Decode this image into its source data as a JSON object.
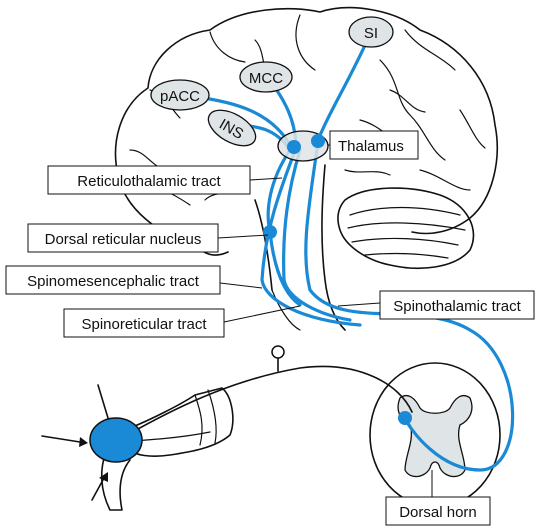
{
  "regions": {
    "si": "SI",
    "mcc": "MCC",
    "pacc": "pACC",
    "ins": "INS"
  },
  "labels": {
    "thalamus": "Thalamus",
    "reticulothalamic_tract": "Reticulothalamic tract",
    "dorsal_reticular_nucleus": "Dorsal reticular nucleus",
    "spinomesencephalic_tract": "Spinomesencephalic tract",
    "spinothalamic_tract": "Spinothalamic tract",
    "spinoreticular_tract": "Spinoreticular tract",
    "dorsal_horn": "Dorsal horn"
  },
  "colors": {
    "tract": "#1a8ad6",
    "region_fill": "#dfe4e6",
    "outline": "#111111"
  }
}
